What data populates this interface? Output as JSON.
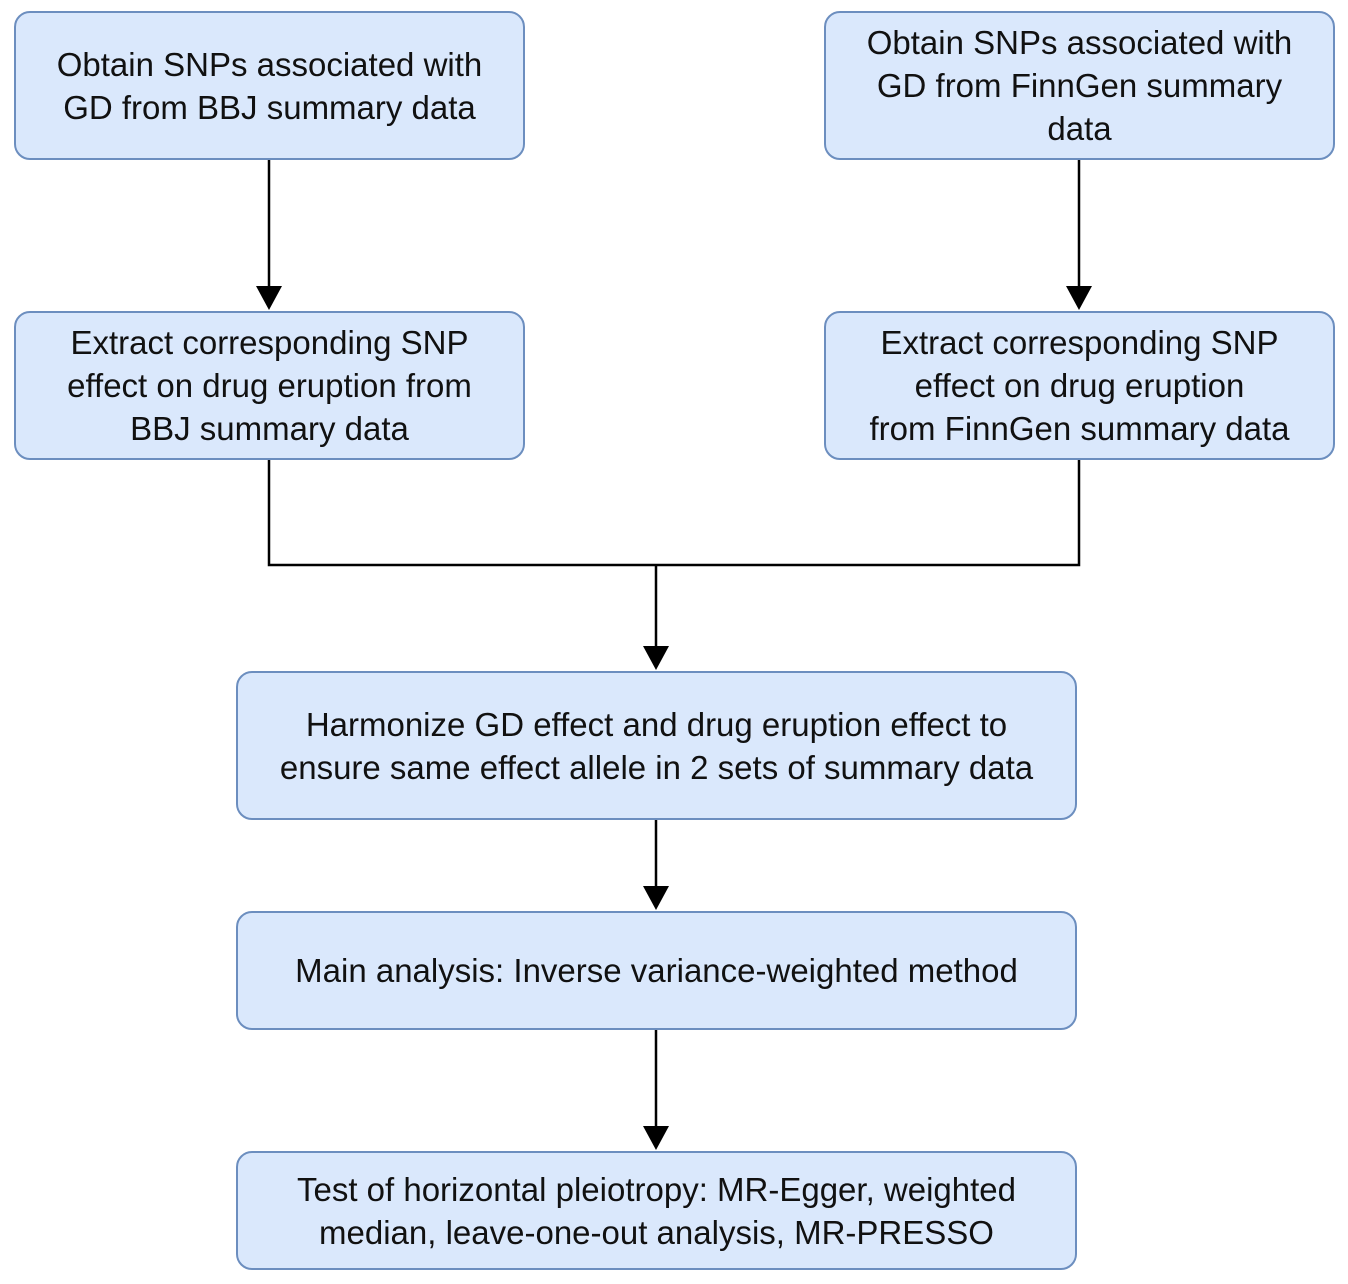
{
  "diagram": {
    "nodes": [
      {
        "id": "box-1",
        "label": "Obtain SNPs associated with\nGD from BBJ summary data"
      },
      {
        "id": "box-2",
        "label": "Obtain SNPs associated with\nGD from FinnGen summary\ndata"
      },
      {
        "id": "box-3",
        "label": "Extract corresponding SNP\neffect on drug eruption from\nBBJ summary data"
      },
      {
        "id": "box-4",
        "label": "Extract corresponding SNP\neffect on drug eruption\nfrom FinnGen summary data"
      },
      {
        "id": "box-5",
        "label": "Harmonize GD effect and drug eruption effect to\nensure same effect allele in 2 sets of summary data"
      },
      {
        "id": "box-6",
        "label": "Main analysis: Inverse variance-weighted method"
      },
      {
        "id": "box-7",
        "label": "Test of horizontal pleiotropy: MR-Egger, weighted\nmedian, leave-one-out analysis, MR-PRESSO"
      }
    ],
    "edges": [
      {
        "from": "box-1",
        "to": "box-3"
      },
      {
        "from": "box-2",
        "to": "box-4"
      },
      {
        "from": "box-3",
        "to": "box-5"
      },
      {
        "from": "box-4",
        "to": "box-5"
      },
      {
        "from": "box-5",
        "to": "box-6"
      },
      {
        "from": "box-6",
        "to": "box-7"
      }
    ],
    "colors": {
      "node_fill": "#dae8fc",
      "node_border": "#6c8ebf",
      "connector": "#000000"
    }
  }
}
